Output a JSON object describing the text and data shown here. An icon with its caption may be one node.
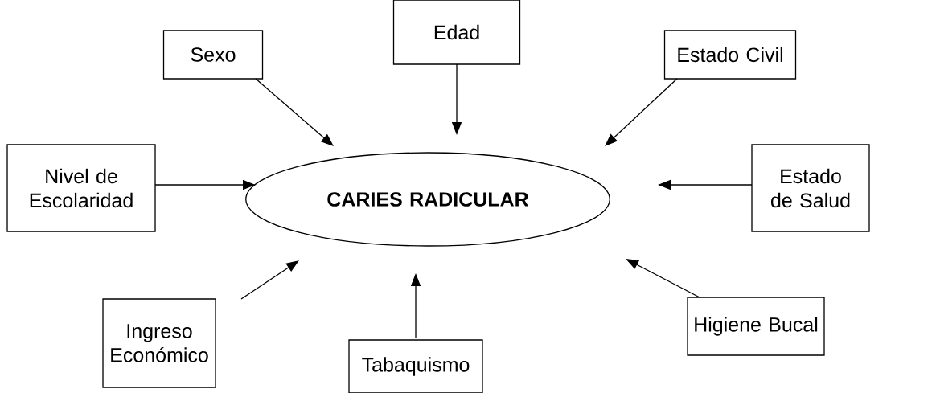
{
  "diagram": {
    "nodes": [
      {
        "text": [
          "CARIES RADICULAR"
        ]
      },
      {
        "text": [
          "Sexo"
        ]
      },
      {
        "text": [
          "Edad"
        ]
      },
      {
        "text": [
          "Estado Civil"
        ]
      },
      {
        "text": [
          "Nivel de Escolaridad"
        ]
      },
      {
        "text": [
          "Estado de Salud"
        ]
      },
      {
        "text": [
          "Ingreso Económico"
        ]
      },
      {
        "text": [
          "Tabaquismo"
        ]
      },
      {
        "text": [
          "Higiene Bucal"
        ]
      }
    ],
    "edges": [
      {
        "from": 1,
        "to": 0,
        "arrow": "to"
      },
      {
        "from": 2,
        "to": 0,
        "arrow": "to"
      },
      {
        "from": 3,
        "to": 0,
        "arrow": "to"
      },
      {
        "from": 4,
        "to": 0,
        "arrow": "to"
      },
      {
        "from": 5,
        "to": 0,
        "arrow": "to"
      },
      {
        "from": 6,
        "to": 0,
        "arrow": "to"
      },
      {
        "from": 7,
        "to": 0,
        "arrow": "to"
      },
      {
        "from": 8,
        "to": 0,
        "arrow": "to"
      }
    ]
  }
}
